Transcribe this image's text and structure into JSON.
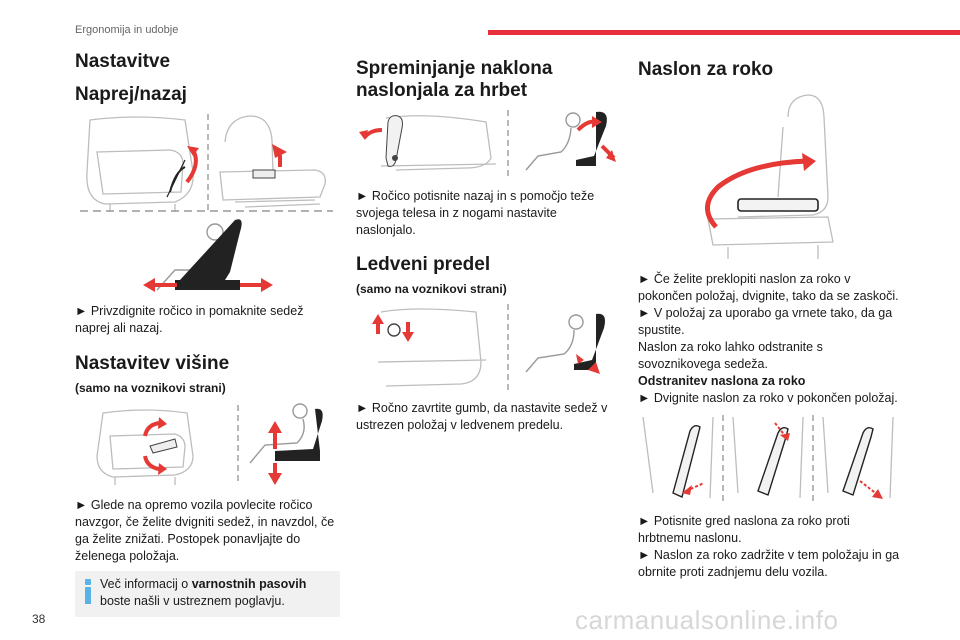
{
  "header": {
    "section": "Ergonomija in udobje"
  },
  "page_number": "38",
  "watermark": "carmanualsonline.info",
  "col1": {
    "title": "Nastavitve",
    "s1_title": "Naprej/nazaj",
    "s1_text": "► Privzdignite ročico in pomaknite sedež naprej ali nazaj.",
    "s2_title": "Nastavitev višine",
    "s2_sub": "(samo na voznikovi strani)",
    "s2_text": "► Glede na opremo vozila povlecite ročico navzgor, če želite dvigniti sedež, in navzdol, če ga želite znižati. Postopek ponavljajte do želenega položaja.",
    "info_pre": "Več informacij o ",
    "info_bold": "varnostnih pasovih",
    "info_post": " boste našli v ustreznem poglavju."
  },
  "col2": {
    "s1_title": "Spreminjanje naklona naslonjala za hrbet",
    "s1_text": "► Ročico potisnite nazaj in s pomočjo teže svojega telesa in z nogami nastavite naslonjalo.",
    "s2_title": "Ledveni predel",
    "s2_sub": "(samo na voznikovi strani)",
    "s2_text": "► Ročno zavrtite gumb, da nastavite sedež v ustrezen položaj v ledvenem predelu."
  },
  "col3": {
    "title": "Naslon za roko",
    "p1": "► Če želite preklopiti naslon za roko v pokončen položaj, dvignite, tako da se zaskoči.",
    "p2": "► V položaj za uporabo ga vrnete tako, da ga spustite.",
    "p3": "Naslon za roko lahko odstranite s sovoznikovega sedeža.",
    "p4_bold": "Odstranitev naslona za roko",
    "p5": "► Dvignite naslon za roko v pokončen položaj.",
    "p6": "► Potisnite gred naslona za roko proti hrbtnemu naslonu.",
    "p7": "► Naslon za roko zadržite v tem položaju in ga obrnite proti zadnjemu delu vozila."
  }
}
